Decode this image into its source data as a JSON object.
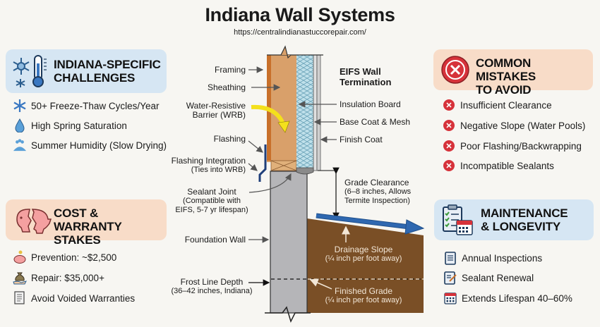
{
  "header": {
    "title": "Indiana Wall Systems",
    "url": "https://centralindianastuccorepair.com/"
  },
  "panels": {
    "challenges": {
      "title_line1": "INDIANA-SPECIFIC",
      "title_line2": "CHALLENGES",
      "icon": "thermometer-snowflake-icon",
      "items": [
        {
          "label": "50+ Freeze-Thaw Cycles/Year",
          "icon": "snowflake-icon"
        },
        {
          "label": "High Spring Saturation",
          "icon": "water-drop-icon"
        },
        {
          "label": "Summer Humidity (Slow Drying)",
          "icon": "humidity-icon"
        }
      ]
    },
    "cost": {
      "title_line1": "COST & WARRANTY",
      "title_line2": "STAKES",
      "icon": "broken-piggy-bank-icon",
      "items": [
        {
          "label": "Prevention: ~$2,500",
          "icon": "piggy-bank-icon"
        },
        {
          "label": "Repair: $35,000+",
          "icon": "money-bag-icon"
        },
        {
          "label": "Avoid Voided Warranties",
          "icon": "document-icon"
        }
      ]
    },
    "mistakes": {
      "title_line1": "COMMON MISTAKES",
      "title_line2": "TO AVOID",
      "icon": "x-circle-icon",
      "items": [
        {
          "label": "Insufficient Clearance",
          "icon": "x-circle-icon"
        },
        {
          "label": "Negative Slope (Water Pools)",
          "icon": "x-circle-icon"
        },
        {
          "label": "Poor Flashing/Backwrapping",
          "icon": "x-circle-icon"
        },
        {
          "label": "Incompatible Sealants",
          "icon": "x-circle-icon"
        }
      ]
    },
    "maintenance": {
      "title_line1": "MAINTENANCE",
      "title_line2": "& LONGEVITY",
      "icon": "clipboard-calendar-icon",
      "items": [
        {
          "label": "Annual Inspections",
          "icon": "clipboard-list-icon"
        },
        {
          "label": "Sealant Renewal",
          "icon": "clipboard-edit-icon"
        },
        {
          "label": "Extends Lifespan 40–60%",
          "icon": "calendar-icon"
        }
      ]
    }
  },
  "diagram": {
    "eifs_title_line1": "EIFS Wall",
    "eifs_title_line2": "Termination",
    "labels": {
      "framing": "Framing",
      "sheathing": "Sheathing",
      "wrb_line1": "Water-Resistive",
      "wrb_line2": "Barrier (WRB)",
      "flashing": "Flashing",
      "flashing_integration_line1": "Flashing Integration",
      "flashing_integration_line2": "(Ties into WRB)",
      "sealant_line1": "Sealant Joint",
      "sealant_line2": "(Compatible with",
      "sealant_line3": "EIFS, 5-7 yr lifespan)",
      "foundation": "Foundation Wall",
      "frost_line1": "Frost Line Depth",
      "frost_line2": "(36–42 inches, Indiana)",
      "insulation": "Insulation Board",
      "base_coat": "Base Coat & Mesh",
      "finish_coat": "Finish Coat",
      "grade_line1": "Grade Clearance",
      "grade_line2": "(6–8 inches, Allows",
      "grade_line3": "Termite Inspection)",
      "drainage_line1": "Drainage Slope",
      "drainage_line2": "(¼ inch per foot away)",
      "finished_line1": "Finished Grade",
      "finished_line2": "(¼ inch per foot away)"
    },
    "colors": {
      "framing": "#d9a06a",
      "wrb": "#c8702a",
      "insulation": "#bfe0ea",
      "coat": "#d8d8d8",
      "foundation": "#b5b5b8",
      "soil": "#7a4f26",
      "flashing": "#1f3f7a",
      "arrow_blue": "#2f68b0",
      "arrow_yellow": "#f4e01c"
    }
  }
}
